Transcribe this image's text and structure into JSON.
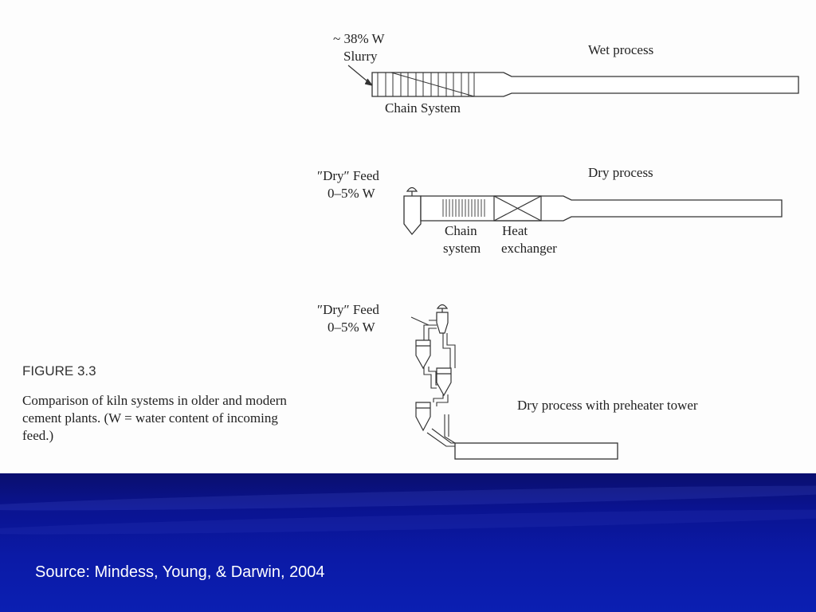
{
  "diagram": {
    "wet": {
      "feed_line1": "~ 38% W",
      "feed_line2": "Slurry",
      "component": "Chain System",
      "title": "Wet process"
    },
    "dry": {
      "feed_line1": "″Dry″ Feed",
      "feed_line2": "0–5% W",
      "component1_line1": "Chain",
      "component1_line2": "system",
      "component2_line1": "Heat",
      "component2_line2": "exchanger",
      "title": "Dry process"
    },
    "preheater": {
      "feed_line1": "″Dry″ Feed",
      "feed_line2": "0–5% W",
      "title": "Dry process with preheater tower"
    }
  },
  "figure": {
    "label": "FIGURE 3.3",
    "caption": "Comparison of kiln systems in older and modern cement plants. (W = water content of incoming feed.)"
  },
  "footer": {
    "source": "Source: Mindess, Young, & Darwin, 2004",
    "background_color": "#0b1aa6",
    "text_color": "#ffffff"
  }
}
